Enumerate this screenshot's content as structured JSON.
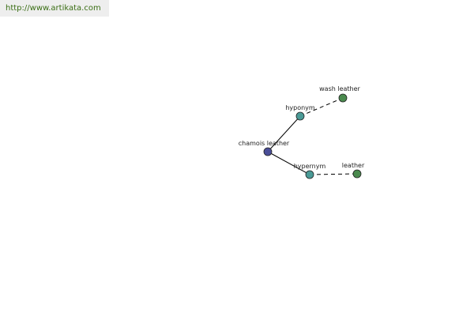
{
  "header": {
    "site_url": "http://www.artikata.com"
  },
  "colors": {
    "link": "#3a6e14",
    "header_bg": "#eeeeee",
    "node_root": "#4a4e98",
    "node_relation": "#4a9a96",
    "node_term": "#4a8a4e",
    "edge": "#000000"
  },
  "graph": {
    "nodes": [
      {
        "id": "root",
        "label": "chamois leather",
        "kind": "root"
      },
      {
        "id": "hyponym",
        "label": "hyponym",
        "kind": "relation"
      },
      {
        "id": "hypernym",
        "label": "hypernym",
        "kind": "relation"
      },
      {
        "id": "wash_leather",
        "label": "wash leather",
        "kind": "term"
      },
      {
        "id": "leather",
        "label": "leather",
        "kind": "term"
      }
    ],
    "edges": [
      {
        "from": "root",
        "to": "hyponym",
        "style": "solid"
      },
      {
        "from": "root",
        "to": "hypernym",
        "style": "solid"
      },
      {
        "from": "hyponym",
        "to": "wash_leather",
        "style": "dashed"
      },
      {
        "from": "hypernym",
        "to": "leather",
        "style": "dashed"
      }
    ]
  }
}
